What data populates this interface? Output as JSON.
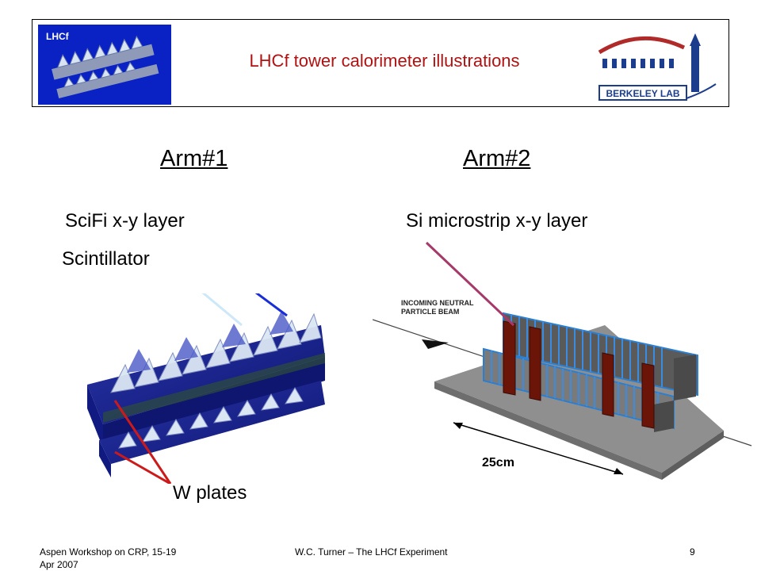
{
  "header": {
    "logo_left_text": "LHCf",
    "title": "LHCf tower calorimeter illustrations",
    "logo_right_text": "BERKELEY LAB",
    "colors": {
      "title": "#b01212",
      "logo_bg": "#0a22c4",
      "berkeley_red": "#b02a2a",
      "berkeley_blue": "#1c3c8c"
    }
  },
  "arm1": {
    "heading": "Arm#1",
    "labels": {
      "scifi": "SciFi x-y layer",
      "scintillator": "Scintillator",
      "w_plates": "W plates"
    }
  },
  "arm2": {
    "heading": "Arm#2",
    "labels": {
      "si_layer": "Si microstrip x-y layer",
      "beam": [
        "INCOMING NEUTRAL",
        "PARTICLE BEAM"
      ],
      "scale": "25cm"
    }
  },
  "footer": {
    "left_line1": "Aspen Workshop on CRP, 15-19",
    "left_line2": "Apr 2007",
    "center": "W.C. Turner – The LHCf Experiment",
    "page_number": "9"
  }
}
